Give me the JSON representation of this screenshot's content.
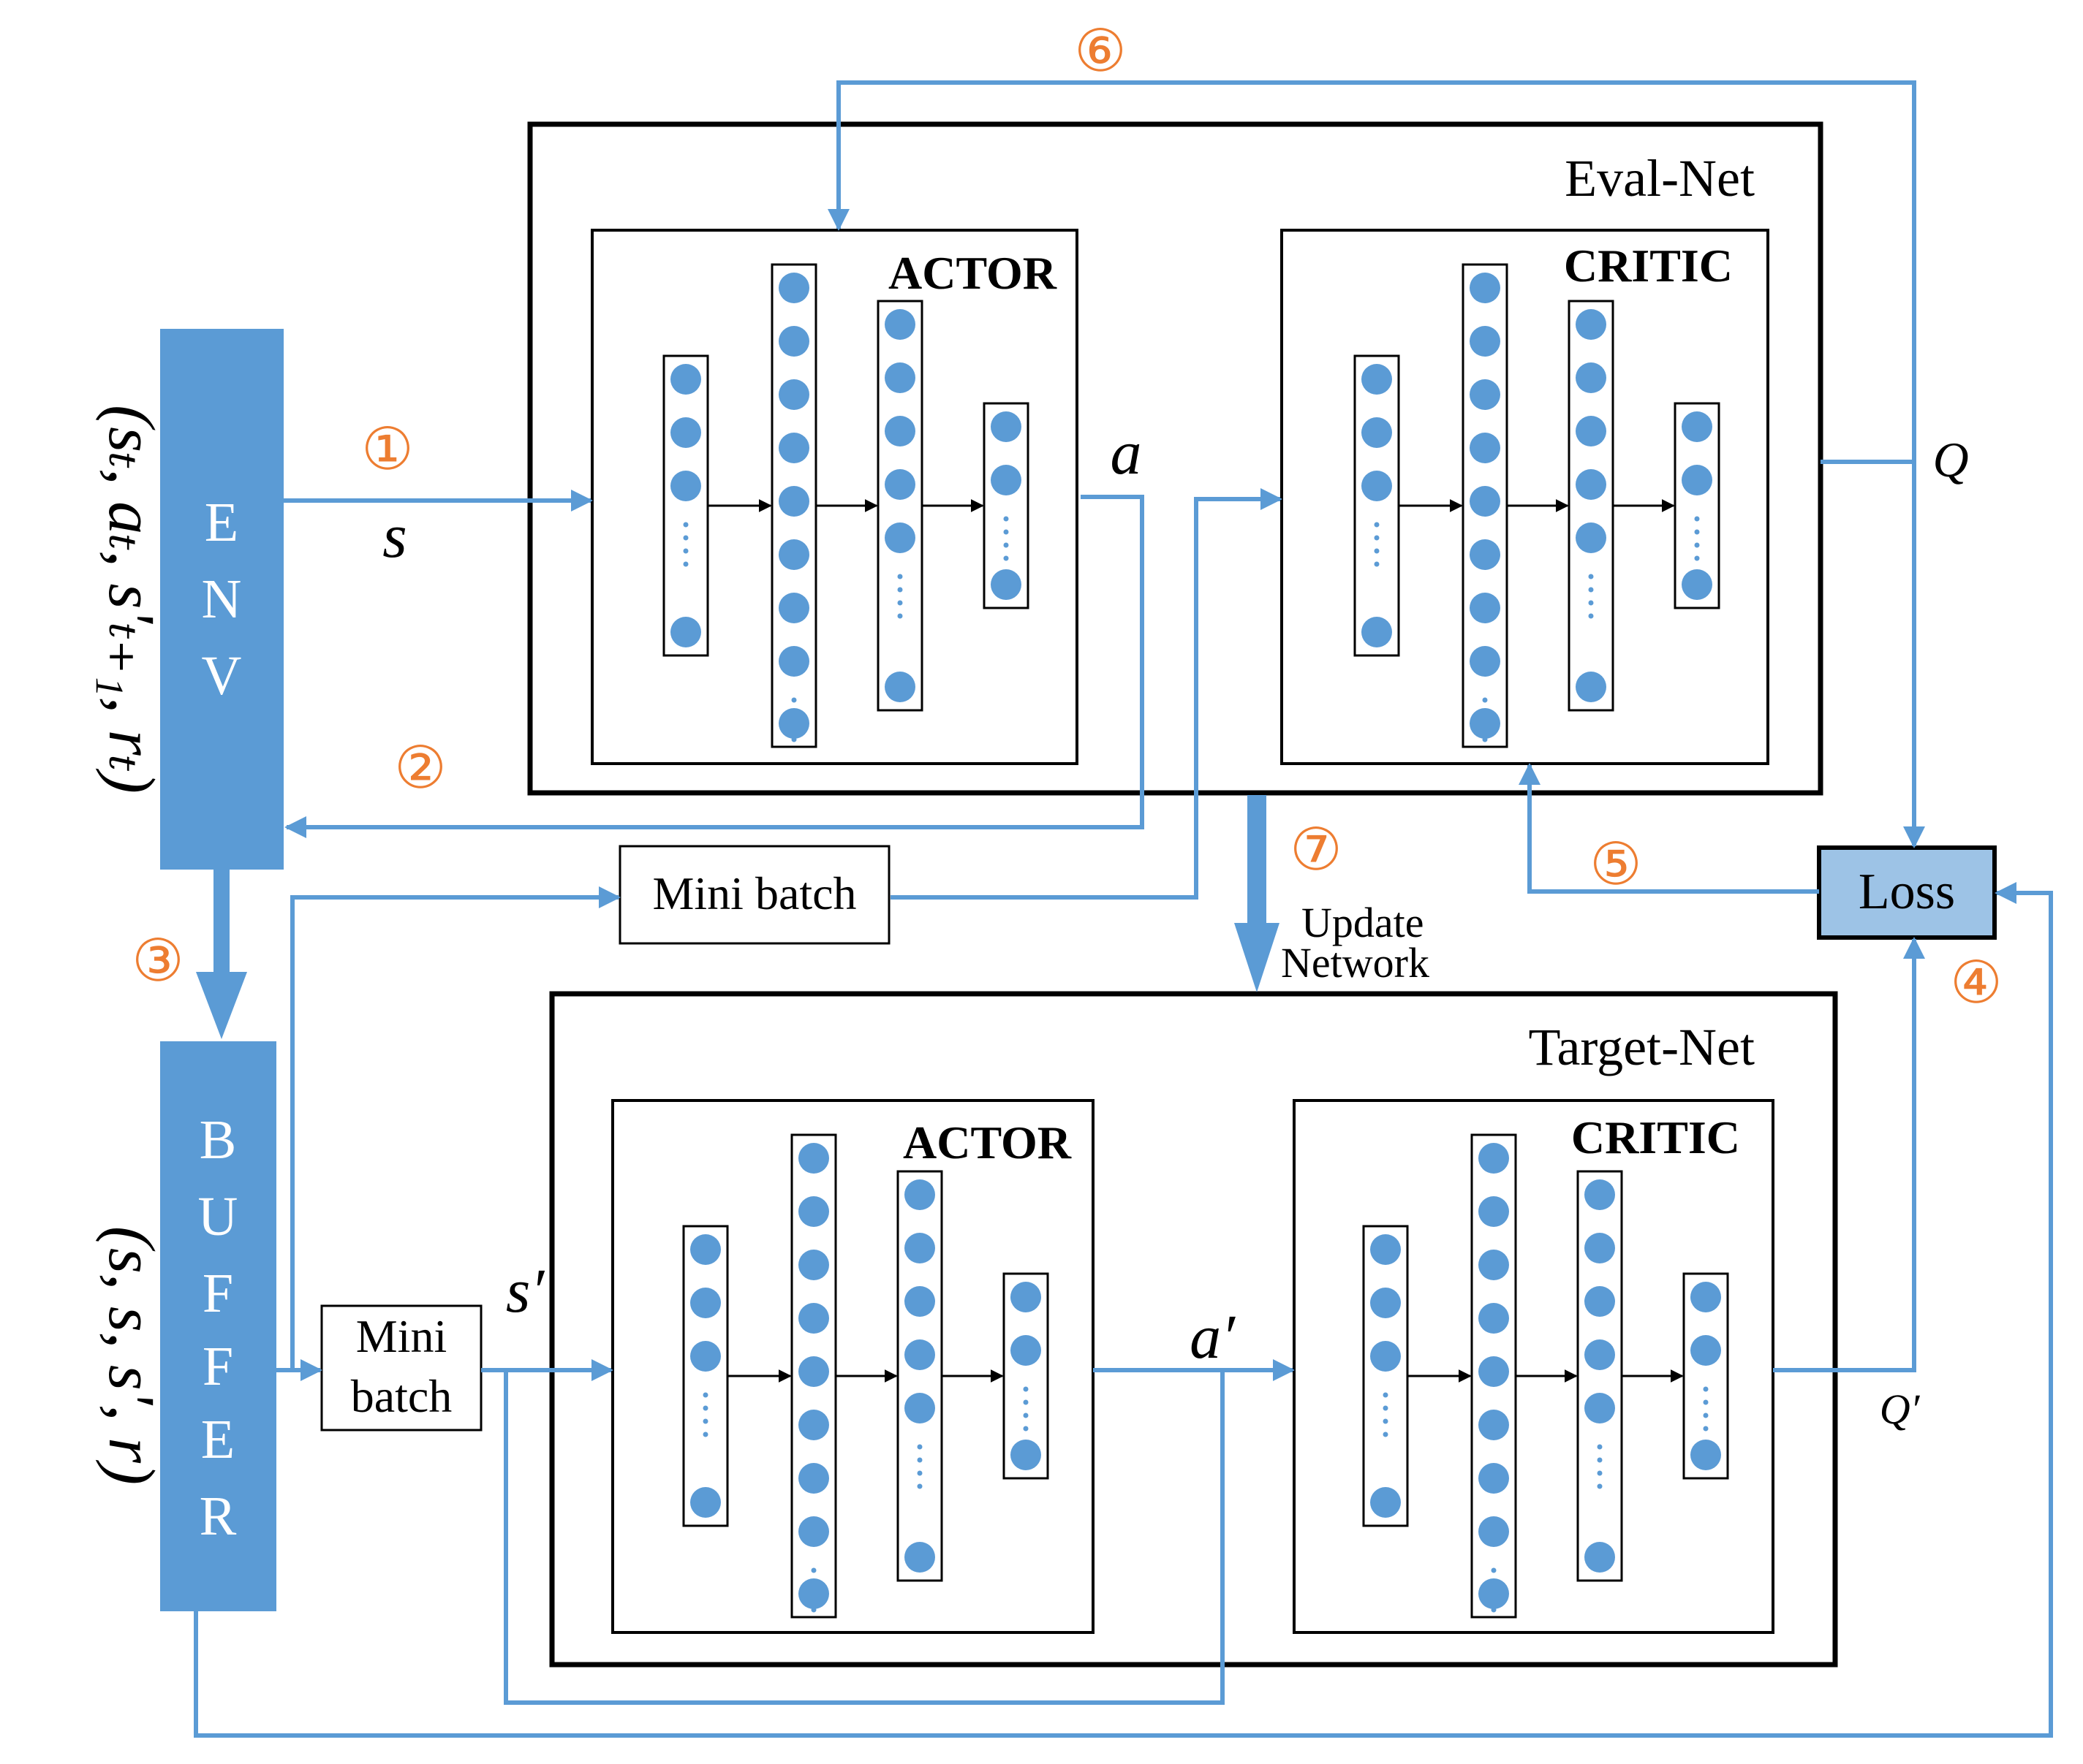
{
  "colors": {
    "accent": "#5b9bd5",
    "block_fill": "#5b9bd5",
    "loss_fill": "#9dc3e6",
    "step_number": "#ed7d31",
    "frame": "#000000",
    "node": "#5b9bd5"
  },
  "env": {
    "letters": [
      "E",
      "N",
      "V"
    ],
    "tuple": "(sₜ, aₜ, s'ₜ₊₁, rₜ)"
  },
  "buffer": {
    "letters": [
      "B",
      "U",
      "F",
      "F",
      "E",
      "R"
    ],
    "tuple": "(s, s, s', r)"
  },
  "eval_net": {
    "title": "Eval-Net",
    "actor_label": "ACTOR",
    "critic_label": "CRITIC"
  },
  "target_net": {
    "title": "Target-Net",
    "actor_label": "ACTOR",
    "critic_label": "CRITIC"
  },
  "mini_batch_top": "Mini batch",
  "mini_batch_bottom": {
    "line1": "Mini",
    "line2": "batch"
  },
  "loss": "Loss",
  "update": {
    "line1": "Update",
    "line2": "Network"
  },
  "signals": {
    "s": "s",
    "a": "a",
    "q": "Q",
    "s_prime": "s′",
    "a_prime": "a′",
    "q_prime": "Q′"
  },
  "steps": {
    "step1": "①",
    "step2": "②",
    "step3": "③",
    "step4": "④",
    "step5": "⑤",
    "step6": "⑥",
    "step7": "⑦"
  }
}
